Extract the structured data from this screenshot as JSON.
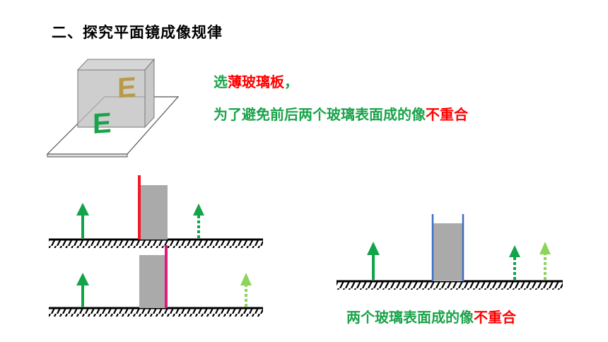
{
  "heading": {
    "text": "二、探究平面镜成像规律"
  },
  "line1": {
    "part_green": "选",
    "part_red": "薄玻璃板",
    "part_tail": "，"
  },
  "line2": {
    "part_green": "为了避免前后两个玻璃表面成的像",
    "part_red": "不重合"
  },
  "caption": {
    "part_green": "两个玻璃表面成的像",
    "part_red": "不重合"
  },
  "illustration": {
    "front_letter": "E",
    "back_letter": "E"
  },
  "colors": {
    "green": "#1aa34a",
    "red": "#ff0000",
    "arrow_green": "#13a34a",
    "arrow_light": "#8cd45a",
    "mirror_red": "#ee1c25",
    "mirror_magenta": "#e0197d",
    "mirror_blue": "#3c6fc2",
    "block_gray": "#aaaaaa",
    "letter_gold": "#b89a48"
  }
}
